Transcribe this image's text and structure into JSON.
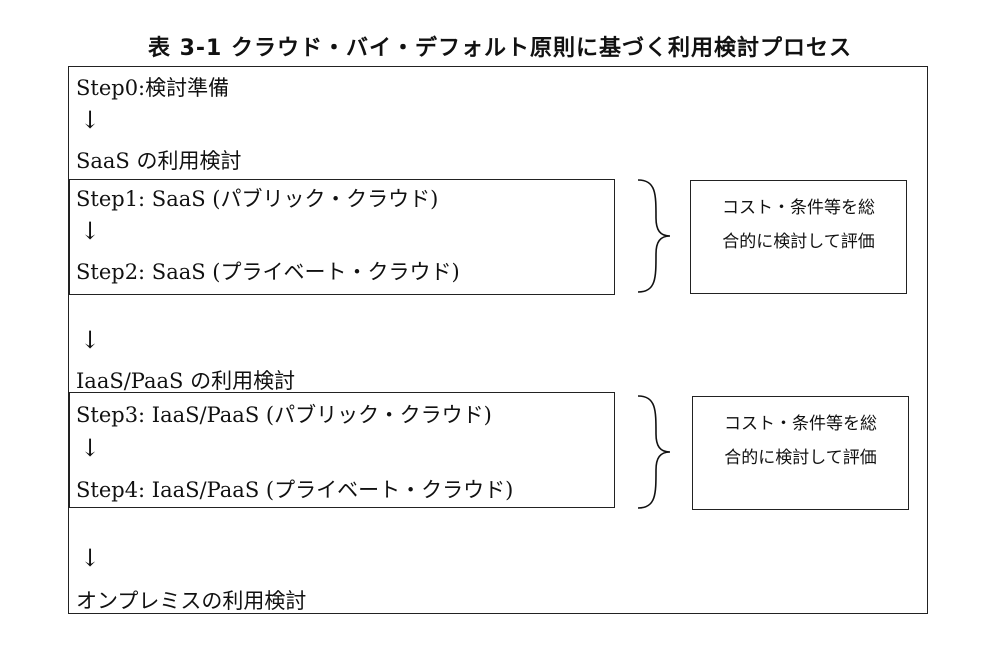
{
  "title": "表 3-1 クラウド・バイ・デフォルト原則に基づく利用検討プロセス",
  "step0": "Step0:検討準備",
  "arrow": "↓",
  "saas_heading": "SaaS の利用検討",
  "step1": "Step1: SaaS (パブリック・クラウド)",
  "step2": "Step2: SaaS (プライベート・クラウド)",
  "iaas_heading": "IaaS/PaaS の利用検討",
  "step3": "Step3: IaaS/PaaS (パブリック・クラウド)",
  "step4": "Step4: IaaS/PaaS (プライベート・クラウド)",
  "onprem_heading": "オンプレミスの利用検討",
  "evaluation": {
    "line1": "コスト・条件等を総",
    "line2": "合的に検討して評価"
  }
}
